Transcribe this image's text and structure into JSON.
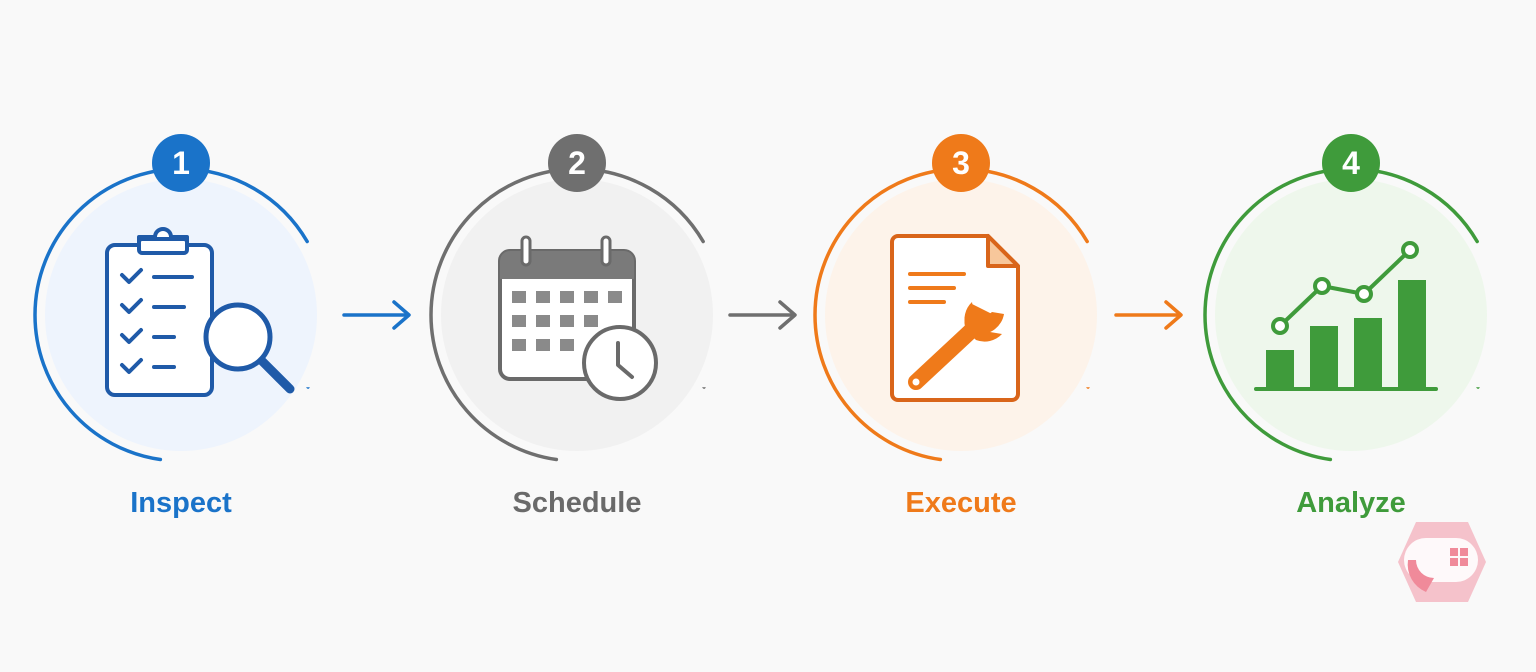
{
  "steps": [
    {
      "number": "1",
      "label": "Inspect",
      "color": "#1a73c9",
      "fill": "#eef4fd",
      "icon": "clipboard-magnifier-icon"
    },
    {
      "number": "2",
      "label": "Schedule",
      "color": "#6f6f6f",
      "fill": "#f1f1f1",
      "icon": "calendar-clock-icon"
    },
    {
      "number": "3",
      "label": "Execute",
      "color": "#ef7a1a",
      "fill": "#fdf3ea",
      "icon": "document-wrench-icon"
    },
    {
      "number": "4",
      "label": "Analyze",
      "color": "#3f9b3b",
      "fill": "#eef7ec",
      "icon": "bar-chart-trend-icon"
    }
  ],
  "arrows": [
    {
      "color": "#1a73c9",
      "icon": "arrow-right-icon"
    },
    {
      "color": "#6f6f6f",
      "icon": "arrow-right-icon"
    },
    {
      "color": "#ef7a1a",
      "icon": "arrow-right-icon"
    }
  ],
  "watermark": {
    "icon": "brand-logo-icon",
    "color": "#f08a9a"
  }
}
